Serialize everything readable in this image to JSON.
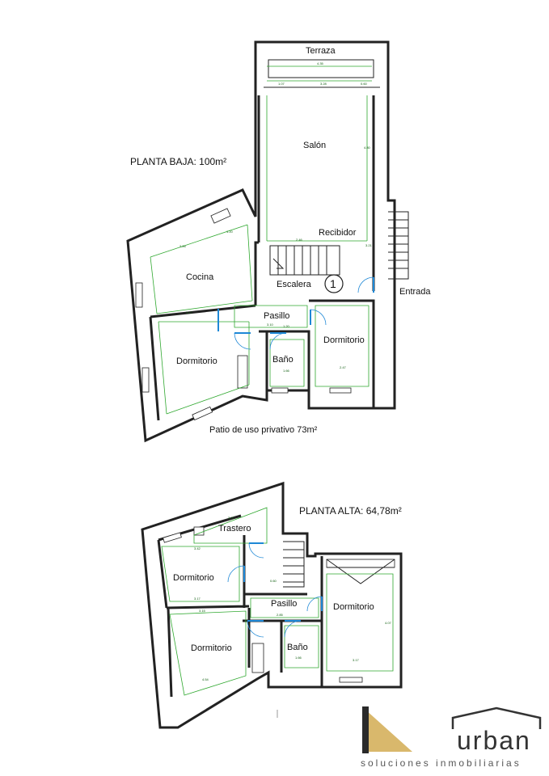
{
  "plans": {
    "ground": {
      "title": "PLANTA BAJA: 100m²",
      "rooms": {
        "terrace": "Terraza",
        "living": "Salón",
        "hall": "Recibidor",
        "stairs": "Escalera",
        "marker": "1",
        "entrance": "Entrada",
        "kitchen": "Cocina",
        "corridor": "Pasillo",
        "bedroom_left": "Dormitorio",
        "bathroom": "Baño",
        "bedroom_right": "Dormitorio",
        "patio": "Patio de uso privativo 73m²"
      },
      "dims": {
        "d1": "4.35",
        "d2": "1.07",
        "d3": "3.28",
        "d4": "0.60",
        "d5": "4.80",
        "d6": "2.46",
        "d7": "3.21",
        "d8": "1.20",
        "d9": "2.26",
        "d10": "3.17",
        "d11": "3.10",
        "d12": "2.47",
        "d13": "1.66",
        "d14": "1.20"
      }
    },
    "upper": {
      "title": "PLANTA ALTA: 64,78m²",
      "rooms": {
        "storage": "Trastero",
        "bedroom_a": "Dormitorio",
        "corridor": "Pasillo",
        "bedroom_b": "Dormitorio",
        "bedroom_c": "Dormitorio",
        "bathroom": "Baño"
      },
      "dims": {
        "d1": "3.17",
        "d2": "3.42",
        "d3": "3.17",
        "d4": "3.15",
        "d5": "2.85",
        "d6": "1.66",
        "d7": "3.17",
        "d8": "4.07",
        "d9": "4.54",
        "d10": "0.60"
      }
    }
  },
  "brand": {
    "name": "urban",
    "tagline": "soluciones inmobiliarias",
    "colors": {
      "accent": "#d9b86c",
      "text": "#333333"
    }
  }
}
